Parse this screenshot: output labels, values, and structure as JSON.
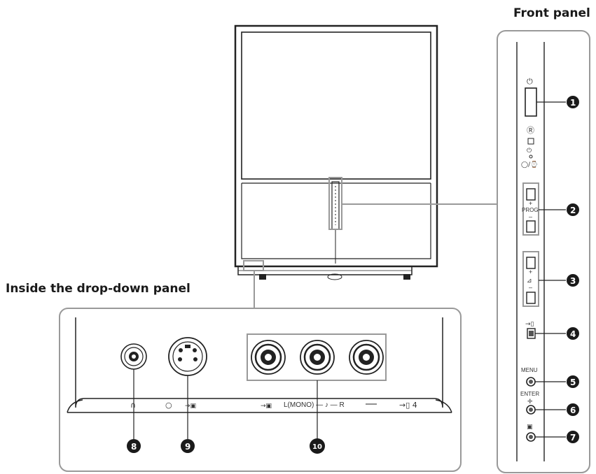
{
  "titles": {
    "front_panel": "Front panel",
    "drop_down": "Inside the drop-down panel"
  },
  "front_labels": {
    "prog": "PROG",
    "menu": "MENU",
    "enter": "ENTER",
    "plus": "+",
    "minus": "–"
  },
  "front_symbols": {
    "power": "⏻",
    "teletext": "Ⓡ",
    "standby": "⏻",
    "timer": "◯/⌚",
    "input": "→▯",
    "vol": "⊿",
    "enter_cross": "✛",
    "picture": "▣"
  },
  "drop_labels": {
    "headphones": "∩",
    "svideo": "○",
    "video": "→▣",
    "lmono": "L(MONO) — ♪ — R",
    "input4": "→▯ 4"
  },
  "callouts": [
    "1",
    "2",
    "3",
    "4",
    "5",
    "6",
    "7",
    "8",
    "9",
    "10"
  ]
}
